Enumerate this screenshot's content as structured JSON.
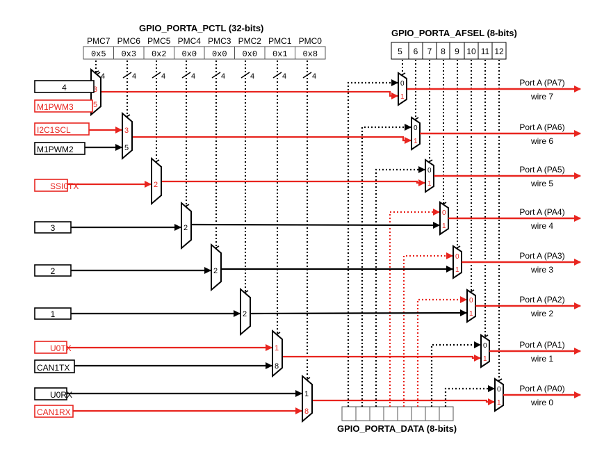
{
  "titles": {
    "pctl": "GPIO_PORTA_PCTL  (32-bits)",
    "afsel": "GPIO_PORTA_AFSEL  (8-bits)",
    "data": "GPIO_PORTA_DATA  (8-bits)"
  },
  "pmc_labels": [
    "PMC7",
    "PMC6",
    "PMC5",
    "PMC4",
    "PMC3",
    "PMC2",
    "PMC1",
    "PMC0"
  ],
  "pmc_values": [
    "0x5",
    "0x3",
    "0x2",
    "0x0",
    "0x0",
    "0x0",
    "0x1",
    "0x8"
  ],
  "afsel_bits": [
    "5",
    "6",
    "7",
    "8",
    "9",
    "10",
    "11",
    "12"
  ],
  "bus_width": "4",
  "input_boxes": [
    "4",
    "M1PWM3",
    "I2C1SCL",
    "M1PWM2",
    "SSI0TX",
    "3",
    "2",
    "1",
    "U0TX",
    "CAN1TX",
    "U0RX",
    "CAN1RX"
  ],
  "mux_inputs": [
    [
      "3",
      "5"
    ],
    [
      "3",
      "5"
    ],
    [
      "2"
    ],
    [
      "2"
    ],
    [
      "2"
    ],
    [
      "2"
    ],
    [
      "1",
      "8"
    ],
    [
      "1",
      "8"
    ]
  ],
  "afsel_mux_inputs": [
    "0",
    "1"
  ],
  "outputs": [
    {
      "port": "Port A (PA7)",
      "wire": "wire 7"
    },
    {
      "port": "Port A (PA6)",
      "wire": "wire 6"
    },
    {
      "port": "Port A (PA5)",
      "wire": "wire 5"
    },
    {
      "port": "Port A (PA4)",
      "wire": "wire 4"
    },
    {
      "port": "Port A (PA3)",
      "wire": "wire 3"
    },
    {
      "port": "Port A (PA2)",
      "wire": "wire 2"
    },
    {
      "port": "Port A (PA1)",
      "wire": "wire 1"
    },
    {
      "port": "Port A (PA0)",
      "wire": "wire 0"
    }
  ],
  "colors": {
    "active": "#e8251f",
    "inactive": "#000000"
  }
}
